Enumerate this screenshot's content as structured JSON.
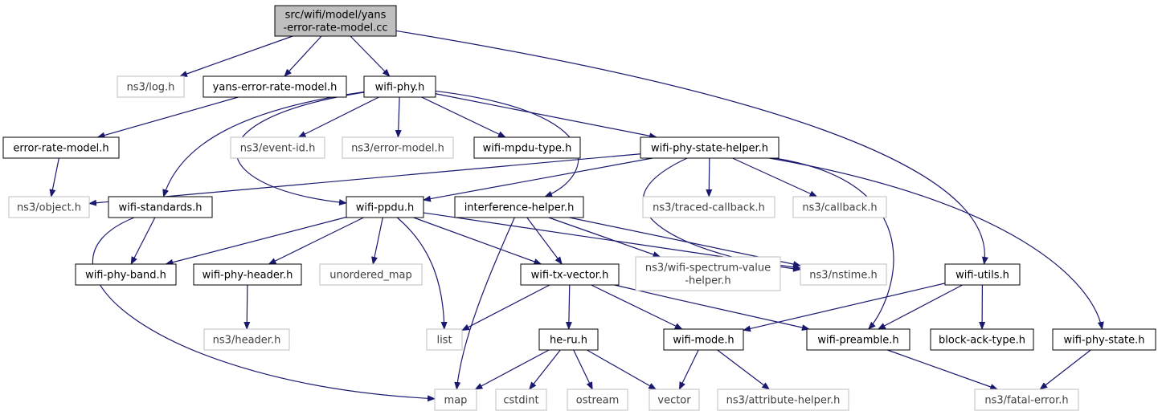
{
  "colors": {
    "edge": "#191970",
    "node_border": "#000000",
    "external_border": "#bfbfbf",
    "external_text": "#404040",
    "root_fill": "#bfbfbf",
    "node_fill": "#ffffff"
  },
  "nodes": {
    "root": {
      "lines": [
        "src/wifi/model/yans",
        "-error-rate-model.cc"
      ],
      "kind": "root"
    },
    "log": {
      "lines": [
        "ns3/log.h"
      ],
      "kind": "external"
    },
    "yans_h": {
      "lines": [
        "yans-error-rate-model.h"
      ],
      "kind": "header"
    },
    "wifi_phy": {
      "lines": [
        "wifi-phy.h"
      ],
      "kind": "header"
    },
    "error_rate": {
      "lines": [
        "error-rate-model.h"
      ],
      "kind": "header"
    },
    "event_id": {
      "lines": [
        "ns3/event-id.h"
      ],
      "kind": "external"
    },
    "error_model": {
      "lines": [
        "ns3/error-model.h"
      ],
      "kind": "external"
    },
    "mpdu_type": {
      "lines": [
        "wifi-mpdu-type.h"
      ],
      "kind": "header"
    },
    "state_helper": {
      "lines": [
        "wifi-phy-state-helper.h"
      ],
      "kind": "header"
    },
    "object": {
      "lines": [
        "ns3/object.h"
      ],
      "kind": "external"
    },
    "standards": {
      "lines": [
        "wifi-standards.h"
      ],
      "kind": "header"
    },
    "ppdu": {
      "lines": [
        "wifi-ppdu.h"
      ],
      "kind": "header"
    },
    "interference": {
      "lines": [
        "interference-helper.h"
      ],
      "kind": "header"
    },
    "traced_cb": {
      "lines": [
        "ns3/traced-callback.h"
      ],
      "kind": "external"
    },
    "callback": {
      "lines": [
        "ns3/callback.h"
      ],
      "kind": "external"
    },
    "phy_band": {
      "lines": [
        "wifi-phy-band.h"
      ],
      "kind": "header"
    },
    "phy_header": {
      "lines": [
        "wifi-phy-header.h"
      ],
      "kind": "header"
    },
    "unordered_map": {
      "lines": [
        "unordered_map"
      ],
      "kind": "external"
    },
    "tx_vector": {
      "lines": [
        "wifi-tx-vector.h"
      ],
      "kind": "header"
    },
    "spectrum": {
      "lines": [
        "ns3/wifi-spectrum-value",
        "-helper.h"
      ],
      "kind": "external"
    },
    "nstime": {
      "lines": [
        "ns3/nstime.h"
      ],
      "kind": "external"
    },
    "utils": {
      "lines": [
        "wifi-utils.h"
      ],
      "kind": "header"
    },
    "ns3_header": {
      "lines": [
        "ns3/header.h"
      ],
      "kind": "external"
    },
    "list": {
      "lines": [
        "list"
      ],
      "kind": "external"
    },
    "he_ru": {
      "lines": [
        "he-ru.h"
      ],
      "kind": "header"
    },
    "mode": {
      "lines": [
        "wifi-mode.h"
      ],
      "kind": "header"
    },
    "preamble": {
      "lines": [
        "wifi-preamble.h"
      ],
      "kind": "header"
    },
    "block_ack": {
      "lines": [
        "block-ack-type.h"
      ],
      "kind": "header"
    },
    "phy_state": {
      "lines": [
        "wifi-phy-state.h"
      ],
      "kind": "header"
    },
    "map": {
      "lines": [
        "map"
      ],
      "kind": "external"
    },
    "cstdint": {
      "lines": [
        "cstdint"
      ],
      "kind": "external"
    },
    "ostream": {
      "lines": [
        "ostream"
      ],
      "kind": "external"
    },
    "vector": {
      "lines": [
        "vector"
      ],
      "kind": "external"
    },
    "attr_helper": {
      "lines": [
        "ns3/attribute-helper.h"
      ],
      "kind": "external"
    },
    "fatal_error": {
      "lines": [
        "ns3/fatal-error.h"
      ],
      "kind": "external"
    }
  },
  "edges": [
    [
      "root",
      "log"
    ],
    [
      "root",
      "yans_h"
    ],
    [
      "root",
      "wifi_phy"
    ],
    [
      "root",
      "utils"
    ],
    [
      "yans_h",
      "error_rate"
    ],
    [
      "error_rate",
      "object"
    ],
    [
      "wifi_phy",
      "event_id"
    ],
    [
      "wifi_phy",
      "error_model"
    ],
    [
      "wifi_phy",
      "mpdu_type"
    ],
    [
      "wifi_phy",
      "state_helper"
    ],
    [
      "wifi_phy",
      "standards"
    ],
    [
      "wifi_phy",
      "ppdu"
    ],
    [
      "wifi_phy",
      "interference"
    ],
    [
      "state_helper",
      "object"
    ],
    [
      "state_helper",
      "ppdu"
    ],
    [
      "state_helper",
      "traced_cb"
    ],
    [
      "state_helper",
      "callback"
    ],
    [
      "state_helper",
      "nstime"
    ],
    [
      "state_helper",
      "preamble"
    ],
    [
      "state_helper",
      "phy_state"
    ],
    [
      "standards",
      "phy_band"
    ],
    [
      "standards",
      "map"
    ],
    [
      "ppdu",
      "phy_band"
    ],
    [
      "ppdu",
      "phy_header"
    ],
    [
      "ppdu",
      "unordered_map"
    ],
    [
      "ppdu",
      "tx_vector"
    ],
    [
      "ppdu",
      "list"
    ],
    [
      "ppdu",
      "nstime"
    ],
    [
      "interference",
      "tx_vector"
    ],
    [
      "interference",
      "spectrum"
    ],
    [
      "interference",
      "nstime"
    ],
    [
      "interference",
      "map"
    ],
    [
      "phy_header",
      "ns3_header"
    ],
    [
      "tx_vector",
      "list"
    ],
    [
      "tx_vector",
      "he_ru"
    ],
    [
      "tx_vector",
      "mode"
    ],
    [
      "tx_vector",
      "preamble"
    ],
    [
      "utils",
      "mode"
    ],
    [
      "utils",
      "preamble"
    ],
    [
      "utils",
      "block_ack"
    ],
    [
      "he_ru",
      "map"
    ],
    [
      "he_ru",
      "cstdint"
    ],
    [
      "he_ru",
      "ostream"
    ],
    [
      "he_ru",
      "vector"
    ],
    [
      "mode",
      "vector"
    ],
    [
      "mode",
      "attr_helper"
    ],
    [
      "preamble",
      "fatal_error"
    ],
    [
      "phy_state",
      "fatal_error"
    ]
  ]
}
